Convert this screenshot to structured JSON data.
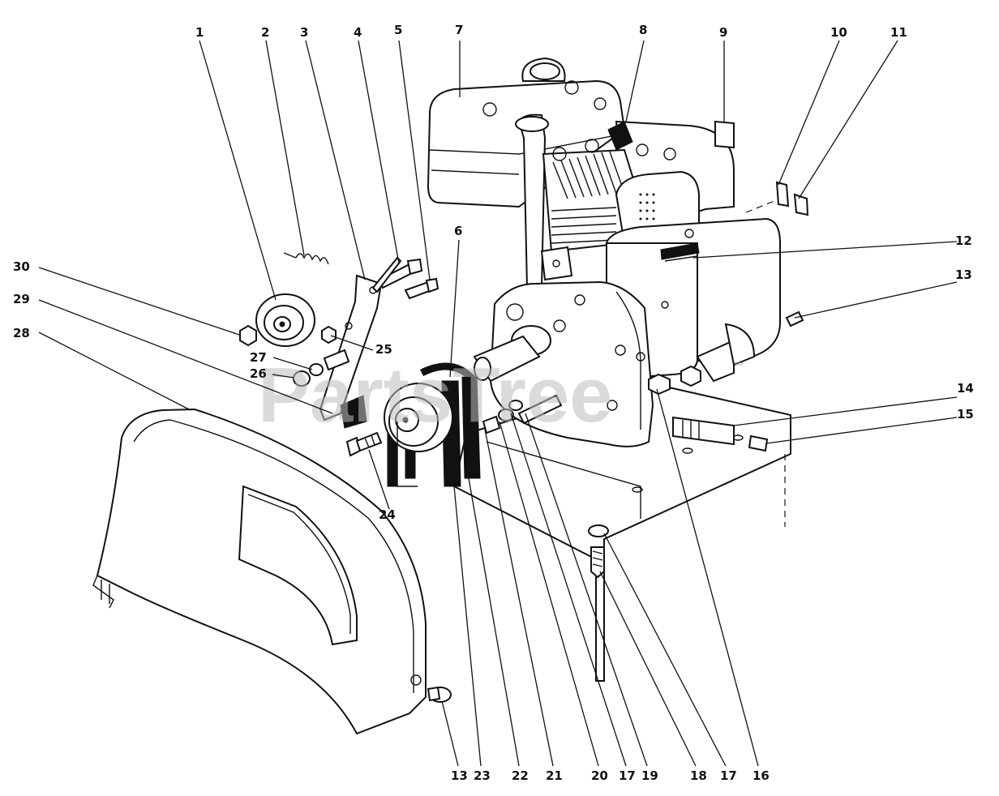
{
  "watermark": {
    "text": "PartsTree",
    "trademark": "™"
  },
  "callouts": [
    "1",
    "2",
    "3",
    "4",
    "5",
    "6",
    "7",
    "8",
    "9",
    "10",
    "11",
    "12",
    "13",
    "14",
    "15",
    "16",
    "17",
    "18",
    "19",
    "20",
    "21",
    "22",
    "23",
    "24",
    "25",
    "26",
    "27",
    "28",
    "29",
    "30",
    "13",
    "17"
  ]
}
